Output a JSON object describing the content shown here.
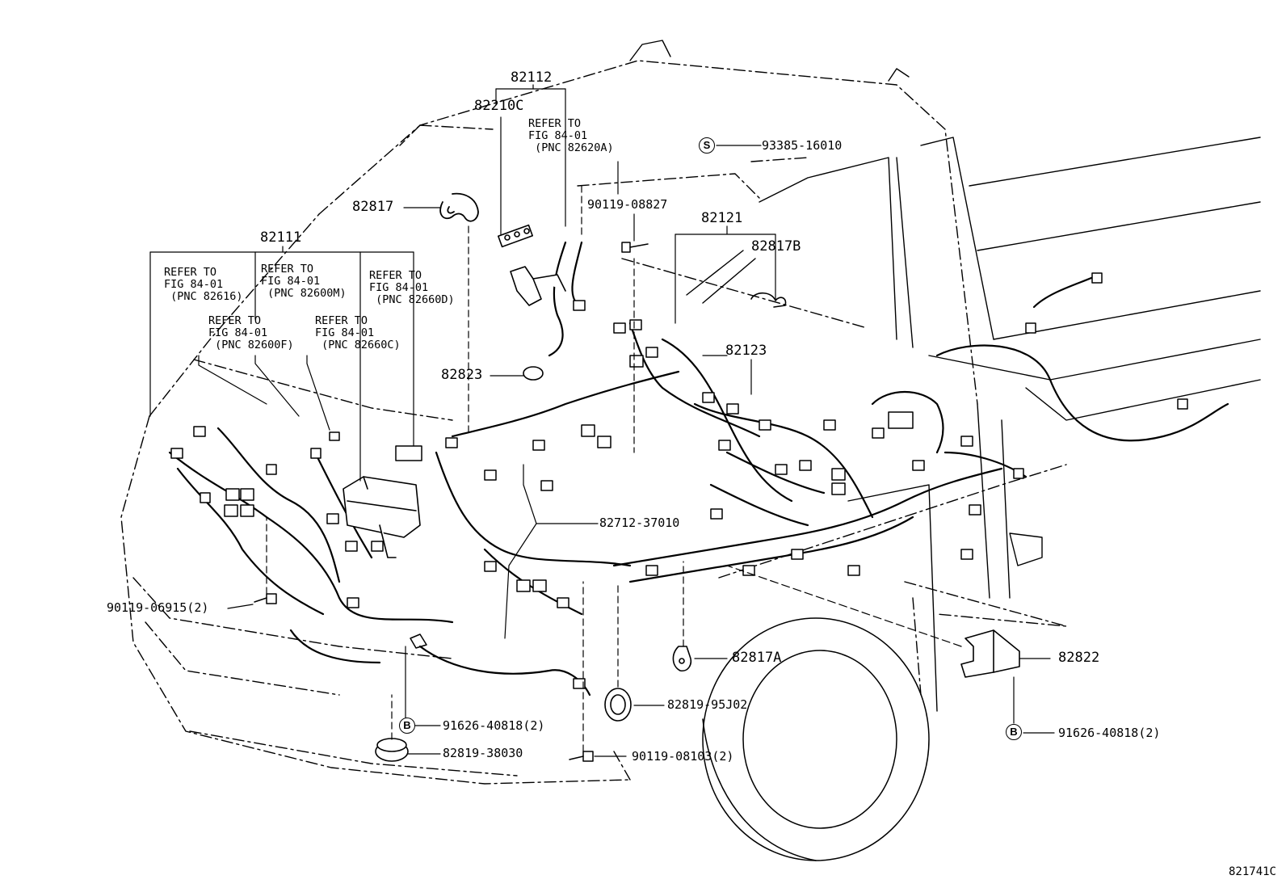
{
  "figure_id": "821741C",
  "labels": {
    "p82112": "82112",
    "p82210c": "82210C",
    "ref_82620a": "REFER TO\nFIG 84-01\n (PNC 82620A)",
    "p82817": "82817",
    "p82111": "82111",
    "ref_82616": "REFER TO\nFIG 84-01\n (PNC 82616)",
    "ref_82600m": "REFER TO\nFIG 84-01\n (PNC 82600M)",
    "ref_82660d": "REFER TO\nFIG 84-01\n (PNC 82660D)",
    "ref_82600f": "REFER TO\nFIG 84-01\n (PNC 82600F)",
    "ref_82660c": "REFER TO\nFIG 84-01\n (PNC 82660C)",
    "p93385": "93385-16010",
    "p90119_08827": "90119-08827",
    "p82121": "82121",
    "p82817b": "82817B",
    "p82123": "82123",
    "p82823": "82823",
    "p82712": "82712-37010",
    "p90119_06915": "90119-06915(2)",
    "p82817a": "82817A",
    "p82822": "82822",
    "p82819_95j02": "82819-95J02",
    "p91626_a": "91626-40818(2)",
    "p91626_b": "91626-40818(2)",
    "p82819_38030": "82819-38030",
    "p90119_08103": "90119-08103(2)",
    "symbol_s": "S",
    "symbol_b1": "B",
    "symbol_b2": "B"
  }
}
